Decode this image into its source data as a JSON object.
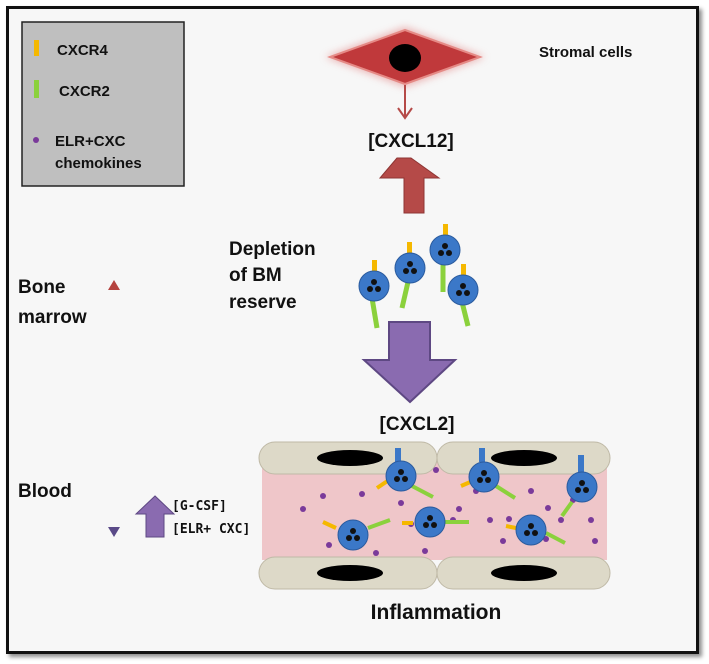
{
  "legend": {
    "cxcr4": "CXCR4",
    "cxcr2": "CXCR2",
    "chemokines_line1": "ELR+CXC",
    "chemokines_line2": "chemokines"
  },
  "stromal": "Stromal cells",
  "cxcl12": "[CXCL12]",
  "depletion": {
    "line1": "Depletion",
    "line2": "of BM",
    "line3": "reserve"
  },
  "cxcl2": "[CXCL2]",
  "axis": {
    "bone1": "Bone",
    "bone2": "marrow",
    "blood": "Blood"
  },
  "signals": {
    "gcsf": "[G-CSF]",
    "elr": "[ELR+ CXC]"
  },
  "inflammation": "Inflammation",
  "colors": {
    "cxcr4": "#f5b800",
    "cxcr2": "#8bd13c",
    "chemokine": "#7a3a9a",
    "cell": "#3b78c8",
    "stromal": "#c0393b",
    "up_arrow": "#b54a48",
    "down_arrow": "#8a6bb0",
    "vessel": "#efc6c9",
    "endothelium": "#ddd9c8"
  }
}
